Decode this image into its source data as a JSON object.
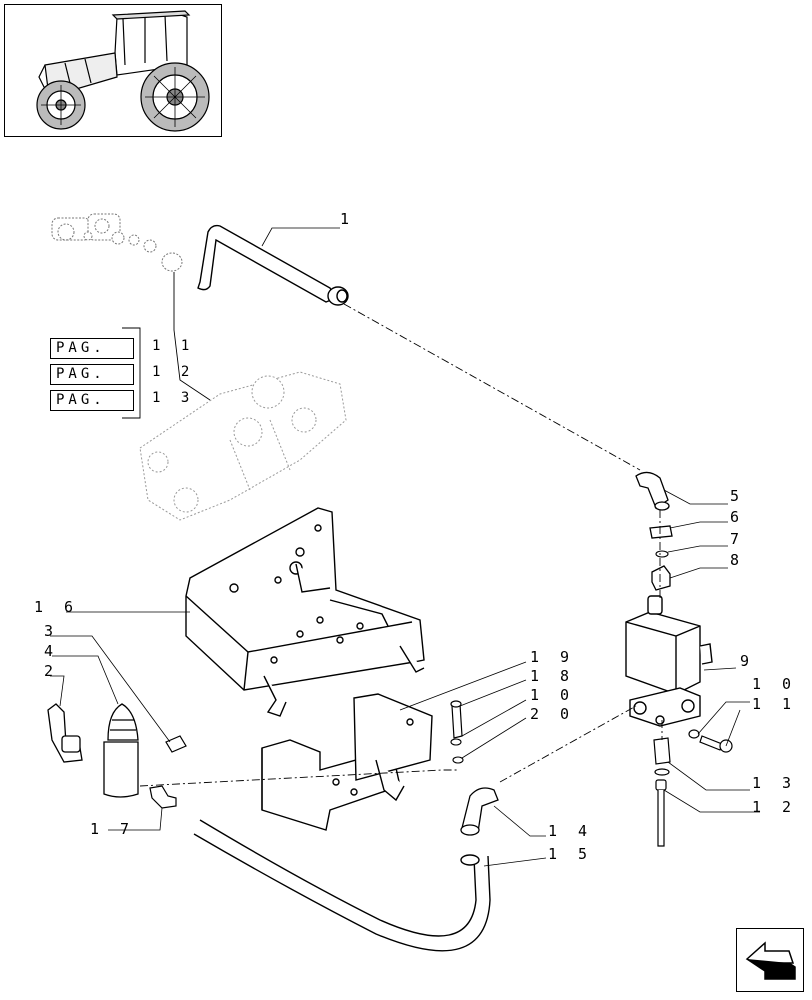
{
  "page_refs": [
    {
      "label": "PAG.",
      "number": "1 1"
    },
    {
      "label": "PAG.",
      "number": "1 2"
    },
    {
      "label": "PAG.",
      "number": "1 3"
    }
  ],
  "callouts": {
    "c1": "1",
    "c2": "2",
    "c3": "3",
    "c4": "4",
    "c5": "5",
    "c6": "6",
    "c7": "7",
    "c8": "8",
    "c9": "9",
    "c10a": "1 0",
    "c10b": "1 0",
    "c11": "1 1",
    "c12": "1 2",
    "c13": "1 3",
    "c14": "1 4",
    "c15": "1 5",
    "c16": "1 6",
    "c17": "1 7",
    "c18": "1 8",
    "c19": "1 9",
    "c20": "2 0"
  },
  "icons": {
    "thumbnail": "tractor-thumbnail-icon",
    "nav": "next-page-arrow-icon"
  }
}
